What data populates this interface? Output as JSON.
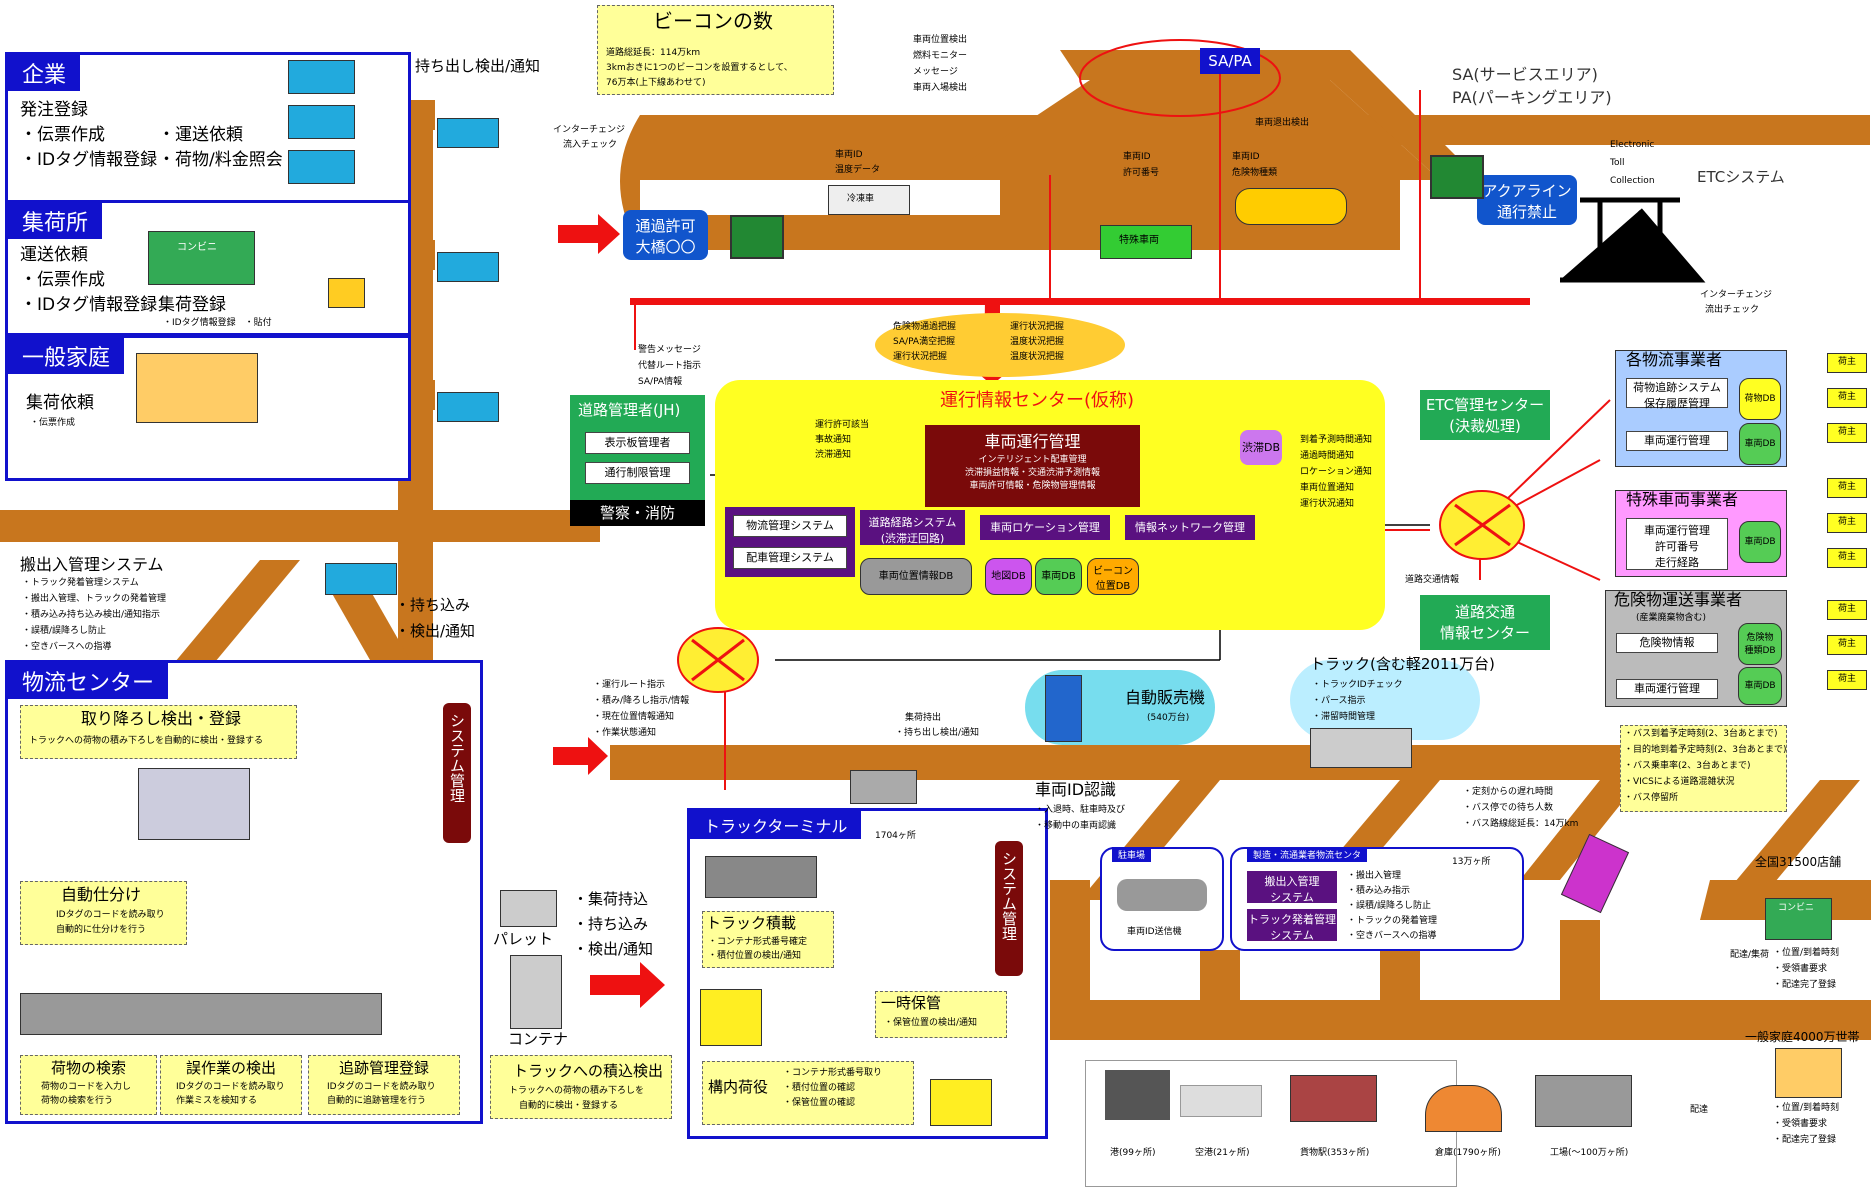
{
  "beacon": {
    "title": "ビーコンの数",
    "line1": "道路総延長：114万km",
    "line2": "3kmおきに1つのビーコンを設置するとして、",
    "line3": "76万本(上下線あわせて)"
  },
  "top_notes": {
    "left": [
      "車両位置検出",
      "燃料モニター",
      "メッセージ",
      "車両入場検出"
    ],
    "sapa_desc": [
      "SA(サービスエリア)",
      "PA(パーキングエリア)"
    ],
    "sapa_label": "SA/PA",
    "veh_exit": "車両退出検出",
    "ic_in": [
      "インターチェンジ",
      "流入チェック"
    ],
    "ic_out": [
      "インターチェンジ",
      "流出チェック"
    ],
    "veh_id_left": [
      "車両ID",
      "温度データ"
    ],
    "reefer": "冷凍車",
    "veh_id_mid": [
      "車両ID",
      "許可番号"
    ],
    "special": "特殊車両",
    "veh_id_right": [
      "車両ID",
      "危険物種類"
    ],
    "etc_en": [
      "Electronic",
      "Toll",
      "Collection"
    ],
    "etc": "ETCシステム",
    "aqualine": [
      "アクアライン",
      "通行禁止"
    ],
    "pass": [
      "通過許可",
      "大橋〇〇"
    ]
  },
  "company": {
    "title": "企業",
    "col1": [
      "発注登録",
      "・伝票作成",
      "・IDタグ情報登録"
    ],
    "col2": [
      "・運送依頼",
      "・荷物/料金照会"
    ],
    "takeout": "持ち出し検出/通知"
  },
  "collection": {
    "title": "集荷所",
    "lines": [
      "運送依頼",
      "・伝票作成",
      "・IDタグ情報登録"
    ],
    "store": "コンビニ",
    "reg": "集荷登録",
    "reg_sub": "・IDタグ情報登録　・貼付"
  },
  "household": {
    "title": "一般家庭",
    "l1": "集荷依頼",
    "l2": "・伝票作成"
  },
  "yellow_ellipse": {
    "c1": [
      "危険物通過把握",
      "SA/PA満空把握",
      "運行状況把握"
    ],
    "c2": [
      "運行状況把握",
      "温度状況把握",
      "温度状況把握"
    ]
  },
  "road_admin": {
    "title": "道路管理者(JH)",
    "b1": "表示板管理者",
    "b2": "通行制限管理",
    "police": "警察・消防",
    "warn": [
      "警告メッセージ",
      "代替ルート指示",
      "SA/PA情報"
    ]
  },
  "center": {
    "title": "運行情報センター(仮称)",
    "left_notes": [
      "運行許可該当",
      "事故通知",
      "渋滞通知"
    ],
    "mgmt": "車両運行管理",
    "mgmt_sub": [
      "インテリジェント配車管理",
      "渋滞損益情報・交通渋滞予測情報",
      "車両許可情報・危険物管理情報"
    ],
    "congestion_db": "渋滞DB",
    "right_notes": [
      "到着予測時間通知",
      "通過時間通知",
      "ロケーション通知",
      "車両位置通知",
      "運行状況通知"
    ],
    "s1": "物流管理システム",
    "s2": "配車管理システム",
    "s3": [
      "道路経路システム",
      "(渋滞迂回路)"
    ],
    "s4": "車両ロケーション管理",
    "s5": "情報ネットワーク管理",
    "db1": "車両位置情報DB",
    "db2": "地図DB",
    "db3": "車両DB",
    "db4": [
      "ビーコン",
      "位置DB"
    ]
  },
  "etc_center": {
    "title": [
      "ETC管理センター",
      "(決裁処理)"
    ],
    "road_info_lbl": "道路交通情報",
    "road_center": [
      "道路交通",
      "情報センター"
    ]
  },
  "operators": {
    "o1": {
      "title": "各物流事業者",
      "b1": [
        "荷物追跡システム",
        "保存履歴管理"
      ],
      "b2": "車両運行管理",
      "db1": "荷物DB",
      "db2": "車両DB"
    },
    "o2": {
      "title": "特殊車両事業者",
      "b1": [
        "車両運行管理",
        "許可番号",
        "走行経路"
      ],
      "db": "車両DB"
    },
    "o3": {
      "title": "危険物運送事業者",
      "sub": "(産業廃棄物含む)",
      "b1": "危険物情報",
      "b2": "車両運行管理",
      "db1": [
        "危険物",
        "種類DB"
      ],
      "db2": "車両DB"
    },
    "tag": "荷主"
  },
  "carry_system": {
    "title": "搬出入管理システム",
    "lines": [
      "・トラック発着管理システム",
      "・搬出入管理、トラックの発着管理",
      "・積み込み持ち込み検出/通知指示",
      "・誤積/誤降ろし防止",
      "・空きバースへの指導"
    ],
    "bring": [
      "・持ち込み",
      "・検出/通知"
    ]
  },
  "logistics_center": {
    "title": "物流センター",
    "unload": "取り降ろし検出・登録",
    "unload_sub": "トラックへの荷物の積み下ろしを自動的に検出・登録する",
    "sort": "自動仕分け",
    "sort_sub": [
      "IDタグのコードを読み取り",
      "自動的に仕分けを行う"
    ],
    "system": "システム管理",
    "b1": "荷物の検索",
    "b1s": [
      "荷物のコードを入力し",
      "荷物の検索を行う"
    ],
    "b2": "誤作業の検出",
    "b2s": [
      "IDタグのコードを読み取り",
      "作業ミスを検知する"
    ],
    "b3": "追跡管理登録",
    "b3s": [
      "IDタグのコードを読み取り",
      "自動的に追跡管理を行う"
    ]
  },
  "route_notes": [
    "・運行ルート指示",
    "・積み/降ろし指示/情報",
    "・現在位置情報通知",
    "・作業状態通知"
  ],
  "pallet": {
    "items": [
      "・集荷持込",
      "・持ち込み",
      "・検出/通知"
    ],
    "pallet": "パレット",
    "container": "コンテナ",
    "load_title": "トラックへの積込検出",
    "load_sub": [
      "トラックへの荷物の積み下ろしを",
      "自動的に検出・登録する"
    ]
  },
  "terminal": {
    "title": "トラックターミナル",
    "count": "1704ヶ所",
    "system": "システム管理",
    "loading": "トラック積載",
    "loading_sub": [
      "・コンテナ形式番号確定",
      "・積付位置の検出/通知"
    ],
    "storage": "一時保管",
    "storage_sub": "・保管位置の検出/通知",
    "handling": "構内荷役",
    "handling_sub": [
      "・コンテナ形式番号取り",
      "・積付位置の確認",
      "・保管位置の確認"
    ]
  },
  "collect_bring": [
    "集荷持出",
    "・持ち出し検出/通知"
  ],
  "vending": {
    "title": "自動販売機",
    "count": "(540万台)"
  },
  "trucks": {
    "title": "トラック(含む軽2011万台)",
    "lines": [
      "・トラックIDチェック",
      "・パース指示",
      "・滞留時間管理"
    ]
  },
  "vehicle_id": {
    "title": "車両ID認識",
    "lines": [
      "・入退時、駐車時及び",
      "・移動中の車両認識"
    ]
  },
  "parking": {
    "title": "駐車場",
    "sub": "車両ID送信機"
  },
  "shipper": {
    "title": "製造・流通業者物流センタ",
    "count": "13万ヶ所",
    "b1": [
      "搬出入管理",
      "システム"
    ],
    "b2": [
      "トラック発着管理",
      "システム"
    ],
    "lines": [
      "・搬出入管理",
      "・積み込み指示",
      "・誤積/誤降ろし防止",
      "・トラックの発着管理",
      "・空きバースへの指導"
    ]
  },
  "bus": {
    "lines": [
      "・定刻からの遅れ時間",
      "・バス停での待ち人数",
      "・バス路線総延長：14万km"
    ],
    "info": [
      "・バス到着予定時刻(2、3台あとまで)",
      "・目的地到着予定時刻(2、3台あとまで)",
      "・バス乗車率(2、3台あとまで)",
      "・VICSによる道路混雑状況",
      "・バス停留所"
    ]
  },
  "stores": {
    "title": "全国31500店舗",
    "store": "コンビニ",
    "deliv": [
      "配達/集荷"
    ],
    "lines": [
      "・位置/到着時刻",
      "・受領書要求",
      "・配達完了登録"
    ]
  },
  "home": {
    "title": "一般家庭4000万世帯",
    "deliv": "配達",
    "lines": [
      "・位置/到着時刻",
      "・受領書要求",
      "・配達完了登録"
    ]
  },
  "bottom": {
    "port": "港(99ヶ所)",
    "airport": "空港(21ヶ所)",
    "rail": "貨物駅(353ヶ所)",
    "warehouse": "倉庫(1790ヶ所)",
    "factory": "工場(～100万ヶ所)"
  }
}
